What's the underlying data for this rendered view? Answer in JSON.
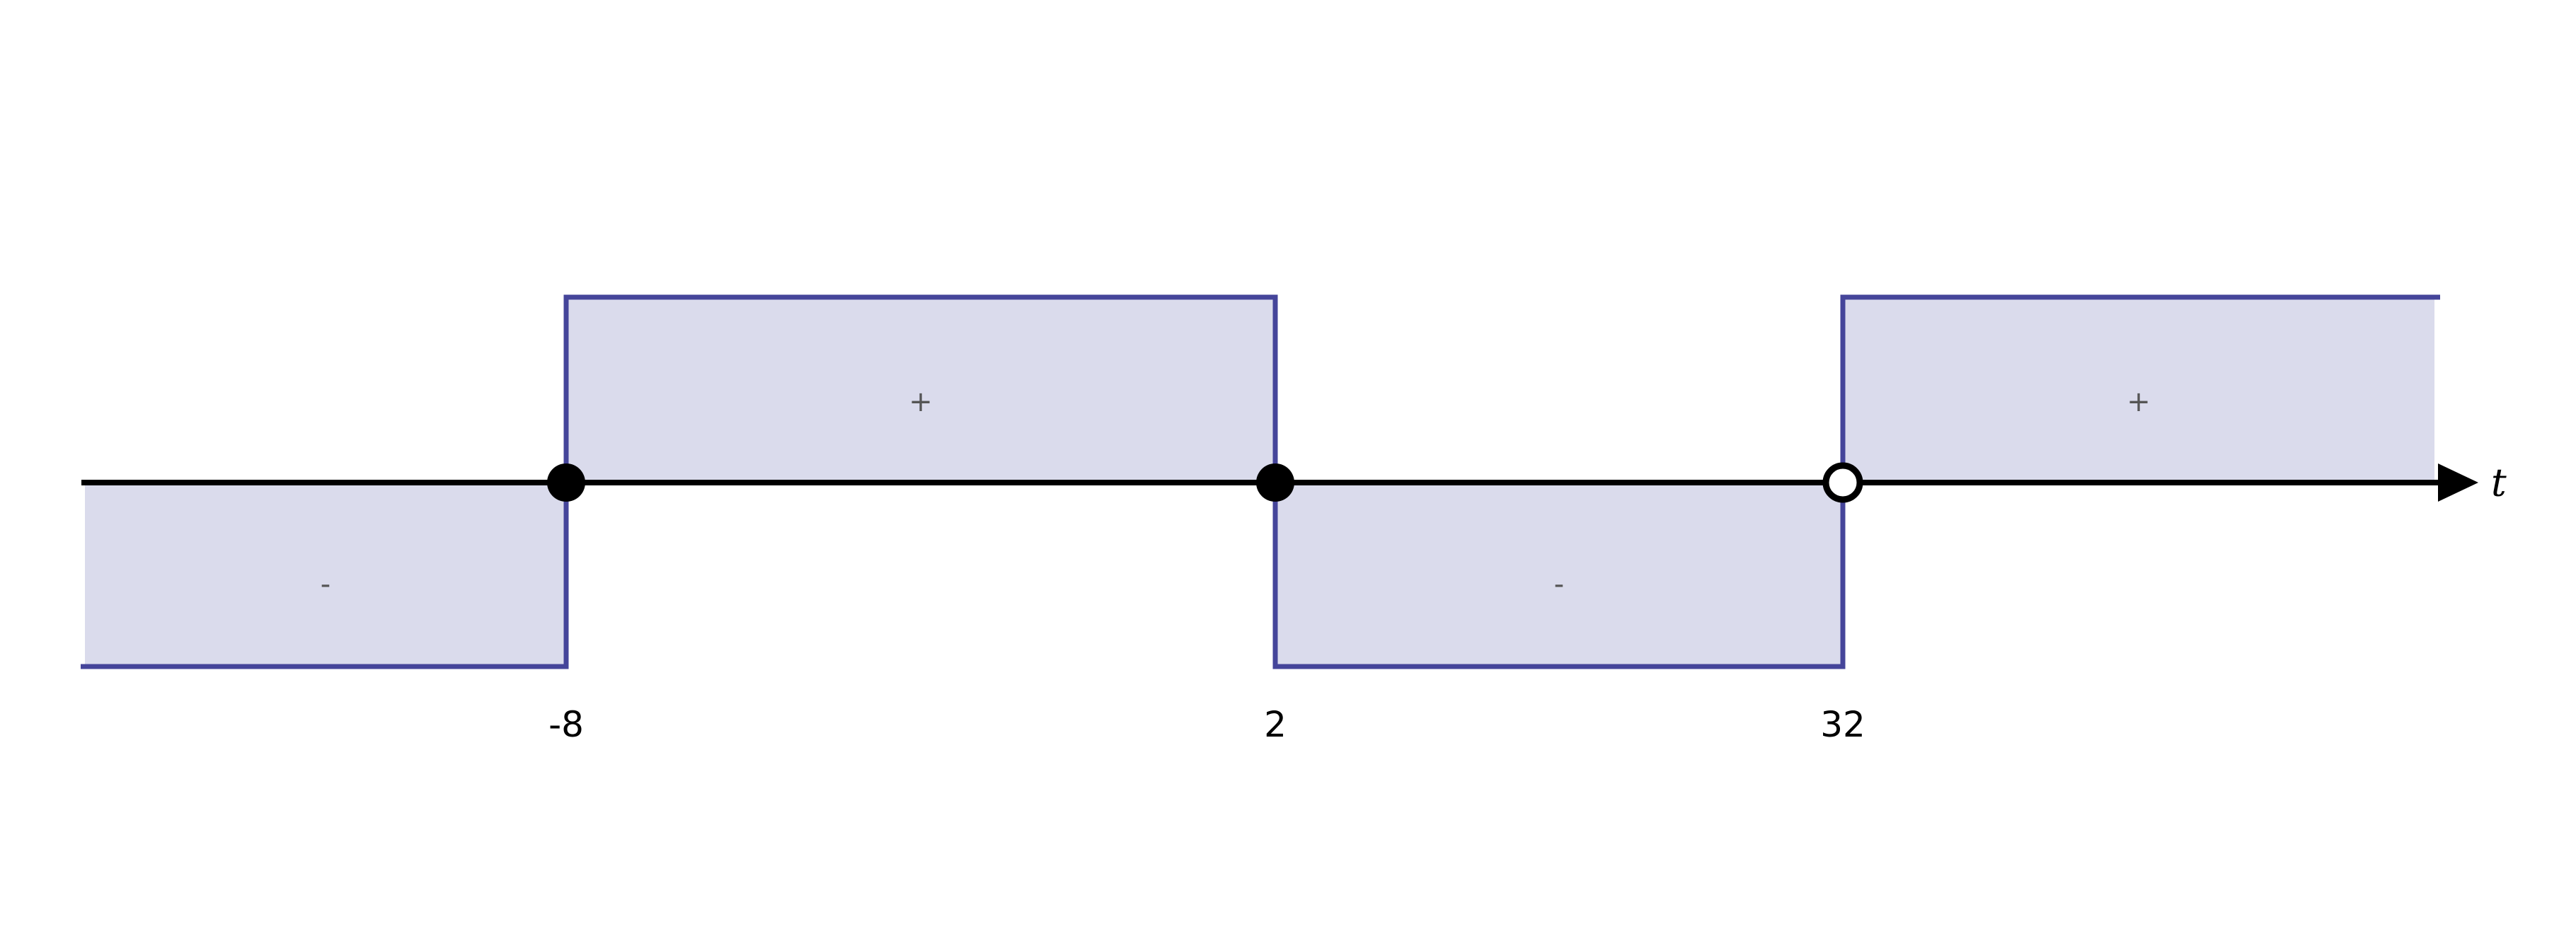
{
  "axis": {
    "label": "t"
  },
  "critical_points": [
    {
      "label": "-8",
      "marker": "filled"
    },
    {
      "label": "2",
      "marker": "filled"
    },
    {
      "label": "32",
      "marker": "open"
    }
  ],
  "intervals": [
    {
      "sign": "-"
    },
    {
      "sign": "+"
    },
    {
      "sign": "-"
    },
    {
      "sign": "+"
    }
  ],
  "colors": {
    "region_fill": "#dadbec",
    "region_stroke": "#45459a",
    "axis": "#000000",
    "open_marker_fill": "#ffffff"
  }
}
